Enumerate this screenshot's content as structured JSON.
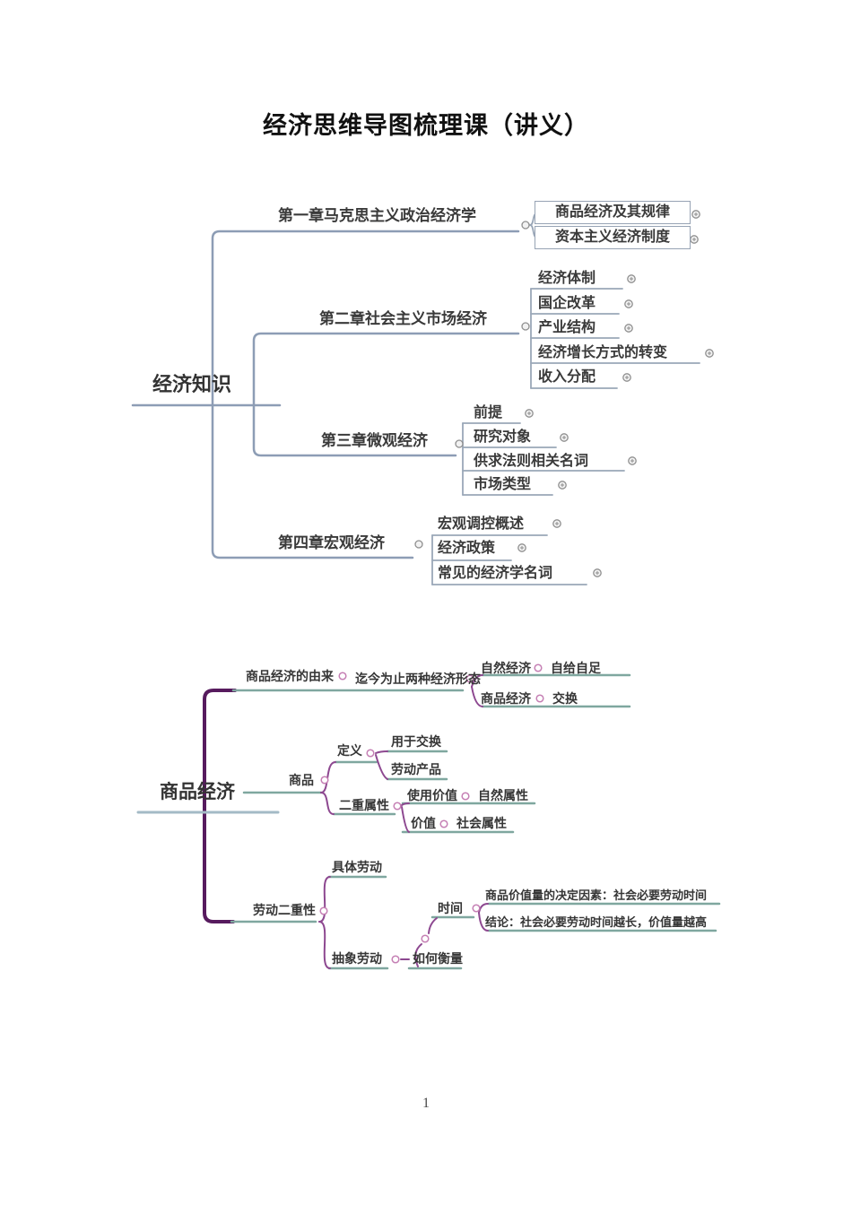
{
  "page": {
    "title": "经济思维导图梳理课（讲义）",
    "page_number": "1"
  },
  "colors": {
    "map1_line": "#8d9db5",
    "map2_trunk": "#571b5e",
    "map2_branch": "#8d4890",
    "map2_underline": "#7fa79f",
    "map2_circle": "#c57fb4",
    "text": "#3a3a3a"
  },
  "map1": {
    "root": "经济知识",
    "chapters": [
      {
        "label": "第一章马克思主义政治经济学",
        "children": [
          "商品经济及其规律",
          "资本主义经济制度"
        ]
      },
      {
        "label": "第二章社会主义市场经济",
        "children": [
          "经济体制",
          "国企改革",
          "产业结构",
          "经济增长方式的转变",
          "收入分配"
        ]
      },
      {
        "label": "第三章微观经济",
        "children": [
          "前提",
          "研究对象",
          "供求法则相关名词",
          "市场类型"
        ]
      },
      {
        "label": "第四章宏观经济",
        "children": [
          "宏观调控概述",
          "经济政策",
          "常见的经济学名词"
        ]
      }
    ]
  },
  "map2": {
    "root": "商品经济",
    "origin": {
      "label": "商品经济的由来",
      "child": "迄今为止两种经济形态",
      "forms": [
        {
          "name": "自然经济",
          "feature": "自给自足"
        },
        {
          "name": "商品经济",
          "feature": "交换"
        }
      ]
    },
    "commodity": {
      "label": "商品",
      "definition": {
        "label": "定义",
        "items": [
          "用于交换",
          "劳动产品"
        ]
      },
      "dual": {
        "label": "二重属性",
        "items": [
          {
            "name": "使用价值",
            "attr": "自然属性"
          },
          {
            "name": "价值",
            "attr": "社会属性"
          }
        ]
      }
    },
    "labor": {
      "label": "劳动二重性",
      "concrete": "具体劳动",
      "abstract": "抽象劳动",
      "measure": "如何衡量",
      "time": "时间",
      "results": [
        "商品价值量的决定因素：社会必要劳动时间",
        "结论：社会必要劳动时间越长，价值量越高"
      ]
    }
  }
}
